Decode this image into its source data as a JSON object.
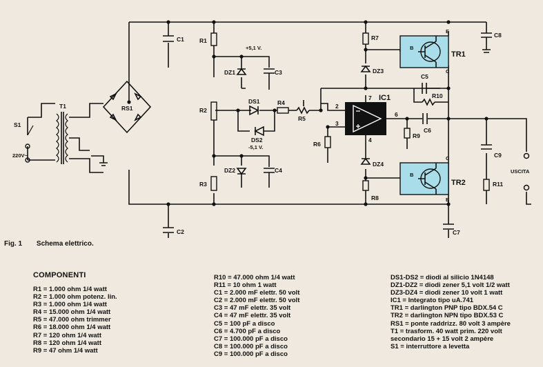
{
  "figure": {
    "label": "Fig. 1",
    "title": "Schema elettrico."
  },
  "schematic": {
    "labels": {
      "S1": "S1",
      "T1": "T1",
      "mains": "220V~",
      "RS1": "RS1",
      "C1": "C1",
      "C2": "C2",
      "R1": "R1",
      "R2": "R2",
      "R3": "R3",
      "DZ1": "DZ1",
      "DZ2": "DZ2",
      "C3": "C3",
      "C4": "C4",
      "vpos": "+5,1 V.",
      "vneg": "-5,1 V.",
      "DS1": "DS1",
      "DS2": "DS2",
      "R4": "R4",
      "R5": "R5",
      "R6": "R6",
      "IC1": "IC1",
      "pin2": "2",
      "pin3": "3",
      "pin7": "7",
      "pin4": "4",
      "pin6": "6",
      "R7": "R7",
      "DZ3": "DZ3",
      "DZ4": "DZ4",
      "R8": "R8",
      "R9": "R9",
      "C5": "C5",
      "R10": "R10",
      "C6": "C6",
      "C7": "C7",
      "C8": "C8",
      "C9": "C9",
      "R11": "R11",
      "TR1": "TR1",
      "TR2": "TR2",
      "B1": "B",
      "E1": "E",
      "C_1": "C",
      "B2": "B",
      "C_2": "C",
      "E2": "E",
      "uscita": "USCITA"
    }
  },
  "components": {
    "title": "COMPONENTI",
    "col1": [
      "R1 = 1.000 ohm 1/4 watt",
      "R2 = 1.000 ohm potenz. lin.",
      "R3 = 1.000 ohm 1/4 watt",
      "R4 = 15.000 ohm 1/4 watt",
      "R5 = 47.000 ohm trimmer",
      "R6 = 18.000 ohm 1/4 watt",
      "R7 = 120 ohm 1/4 watt",
      "R8 = 120 ohm 1/4 watt",
      "R9 = 47 ohm 1/4 watt"
    ],
    "col2": [
      "R10 = 47.000 ohm 1/4 watt",
      "R11 = 10 ohm 1 watt",
      "C1 = 2.000 mF elettr. 50 volt",
      "C2 = 2.000 mF elettr. 50 volt",
      "C3 = 47 mF elettr. 35 volt",
      "C4 = 47 mF elettr. 35 volt",
      "C5 = 100 pF a disco",
      "C6 = 4.700 pF a disco",
      "C7 = 100.000 pF a disco",
      "C8 = 100.000 pF a disco",
      "C9 = 100.000 pF a disco"
    ],
    "col3": [
      "DS1-DS2 = diodi al silicio 1N4148",
      "DZ1-DZ2 = diodi zener 5,1 volt 1/2 watt",
      "DZ3-DZ4 = diodi zener 10 volt 1 watt",
      "IC1 = Integrato tipo uA.741",
      "TR1 = darlington PNP tipo BDX.54 C",
      "TR2 = darlington NPN tipo BDX.53 C",
      "RS1 = ponte raddrizz. 80 volt 3 ampère",
      "T1 = trasform. 40 watt prim. 220 volt",
      "secondario 15 + 15 volt 2 ampère",
      "S1 = interruttore a levetta"
    ]
  }
}
